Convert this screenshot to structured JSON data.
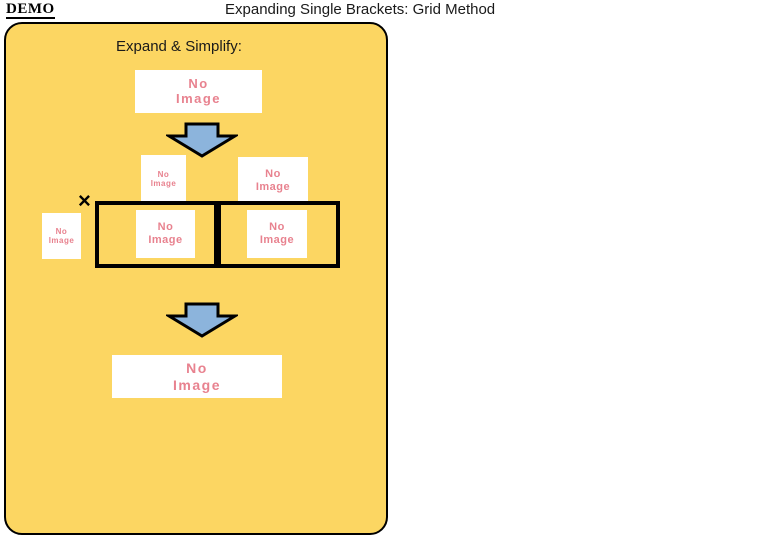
{
  "header": {
    "logo_text": "DEMO",
    "title": "Expanding Single Brackets: Grid Method"
  },
  "panel": {
    "heading": "Expand & Simplify:",
    "background_color": "#FCD662",
    "border_color": "#000000"
  },
  "placeholder": {
    "line1": "No",
    "line2": "Image",
    "text_color": "#E8828F",
    "background_color": "#FFFFFF"
  },
  "workspace": {
    "expression_image": {
      "line1": "No",
      "line2": "Image"
    },
    "arrow_top": {
      "icon": "down-arrow-icon",
      "fill_color": "#8CB4DC",
      "outline_color": "#000000"
    },
    "grid": {
      "multiply_symbol": "×",
      "row_header": {
        "line1": "No",
        "line2": "Image"
      },
      "column_headers": [
        {
          "line1": "No",
          "line2": "Image"
        },
        {
          "line1": "No",
          "line2": "Image"
        }
      ],
      "cells": [
        {
          "line1": "No",
          "line2": "Image"
        },
        {
          "line1": "No",
          "line2": "Image"
        }
      ],
      "cell_border_color": "#000000"
    },
    "arrow_bottom": {
      "icon": "down-arrow-icon",
      "fill_color": "#8CB4DC",
      "outline_color": "#000000"
    },
    "answer_image": {
      "line1": "No",
      "line2": "Image"
    }
  }
}
